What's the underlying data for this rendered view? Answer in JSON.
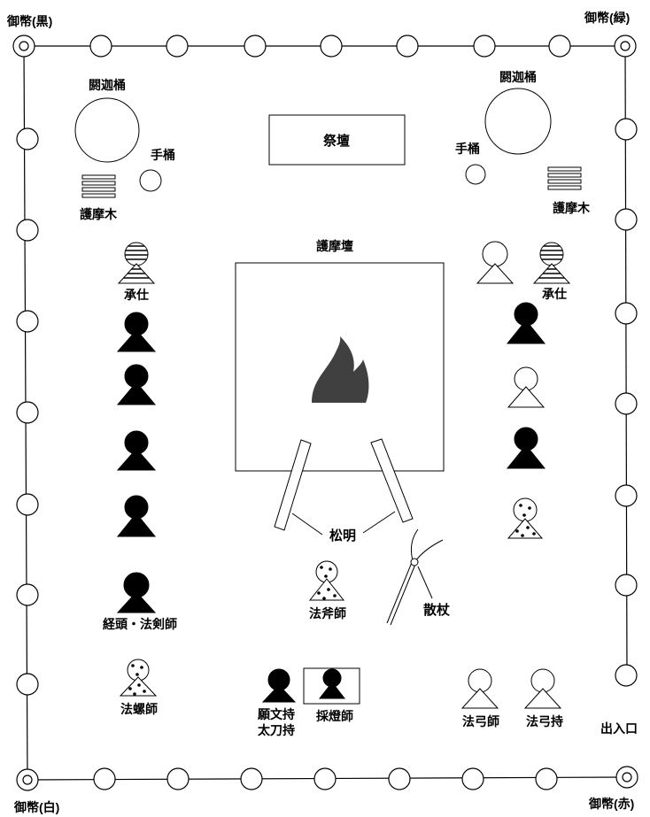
{
  "corners": {
    "top_left": "御幣(黒)",
    "top_right": "御幣(緑)",
    "bottom_left": "御幣(白)",
    "bottom_right": "御幣(赤)"
  },
  "exit_label": "出入口",
  "altar": "祭壇",
  "goma_altar": "護摩壇",
  "left_bucket": "閼迦桶",
  "right_bucket": "閼迦桶",
  "left_hand_bucket": "手桶",
  "right_hand_bucket": "手桶",
  "left_wood": "護摩木",
  "right_wood": "護摩木",
  "torch_label": "松明",
  "staff_label": "散杖",
  "roles": {
    "left_assistant": "承仕",
    "right_assistant": "承仕",
    "sutra_sword_master": "経頭・法剣師",
    "conch_master": "法螺師",
    "axe_master": "法斧師",
    "petition_bearer_line1": "願文持",
    "petition_bearer_line2": "太刀持",
    "lamp_master": "採燈師",
    "bow_master": "法弓師",
    "bow_bearer": "法弓持"
  },
  "colors": {
    "ink": "#000000",
    "flame": "#404040",
    "paper": "#ffffff"
  }
}
